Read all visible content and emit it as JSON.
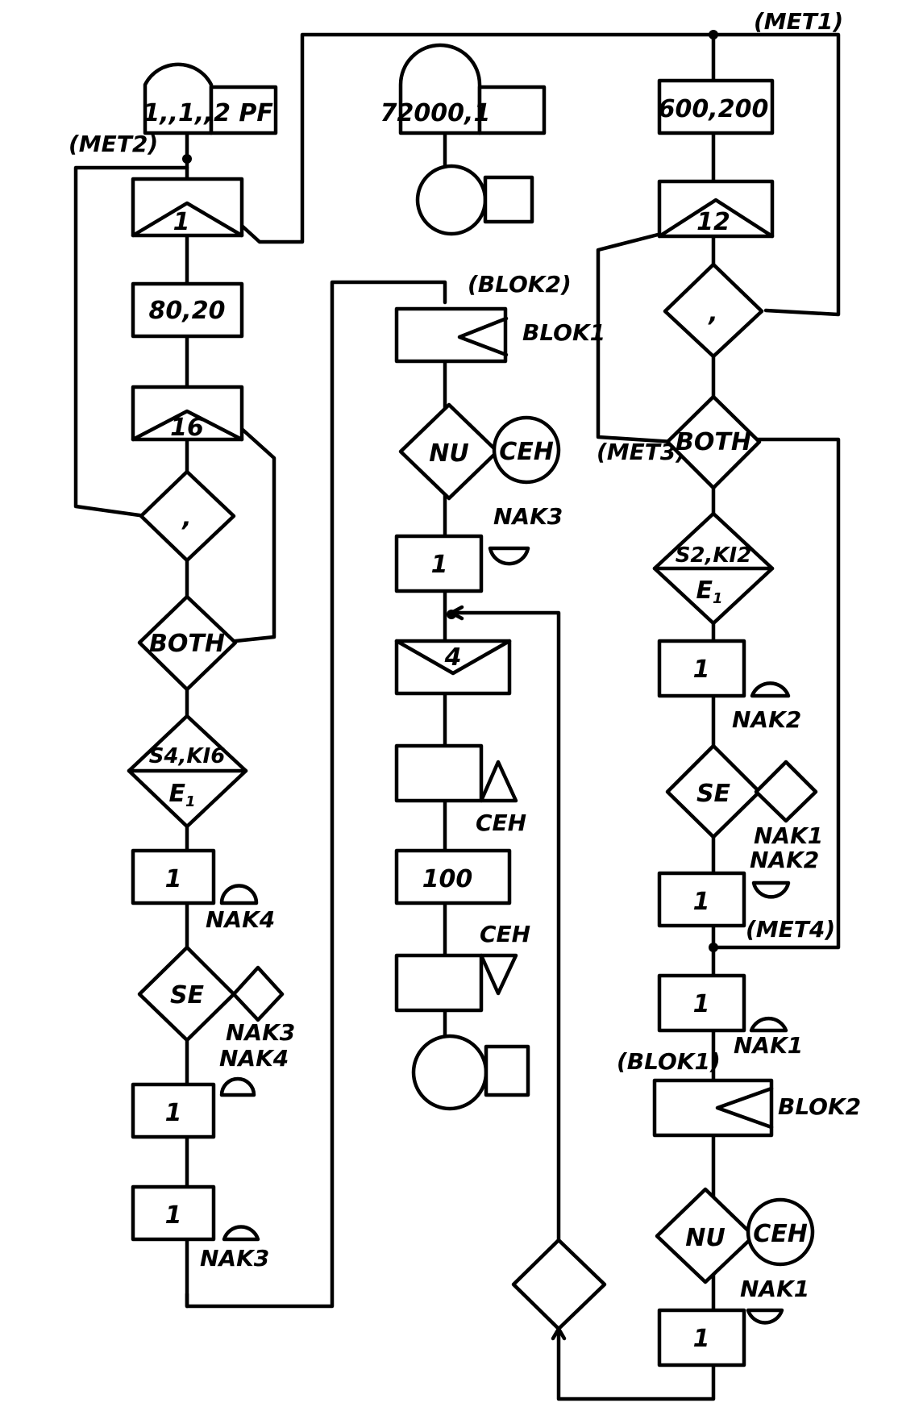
{
  "labels": {
    "met1": "(MET1)",
    "met2": "(MET2)",
    "met3": "(MET3)",
    "met4": "(MET4)",
    "blok1_ref": "(BLOK1)",
    "blok2_ref": "(BLOK2)",
    "blok1": "BLOK1",
    "blok2": "BLOK2",
    "nak1": "NAK1",
    "nak2": "NAK2",
    "nak3": "NAK3",
    "nak4": "NAK4",
    "ceh": "CEH"
  },
  "col1": {
    "generate_a": "1,,1,,",
    "generate_b": "2 PF",
    "queue": "1",
    "advance": "80,20",
    "queue2": "16",
    "test": ",",
    "logic": "BOTH",
    "gate_top": "S4,KI6",
    "gate_bottom": "E",
    "gate_sub": "1",
    "seize4": "1",
    "se": "SE",
    "release3": "1",
    "release4": "1"
  },
  "col2": {
    "generate": "72000,1",
    "nu": "NU",
    "seize3": "1",
    "enter": "4",
    "advance": "100"
  },
  "col3": {
    "advance": "600,200",
    "queue": "12",
    "test": ",",
    "logic": "BOTH",
    "gate_top": "S2,KI2",
    "gate_bottom": "E",
    "gate_sub": "1",
    "seize2": "1",
    "se": "SE",
    "release12": "1",
    "seize1": "1",
    "nu": "NU",
    "release1": "1"
  }
}
